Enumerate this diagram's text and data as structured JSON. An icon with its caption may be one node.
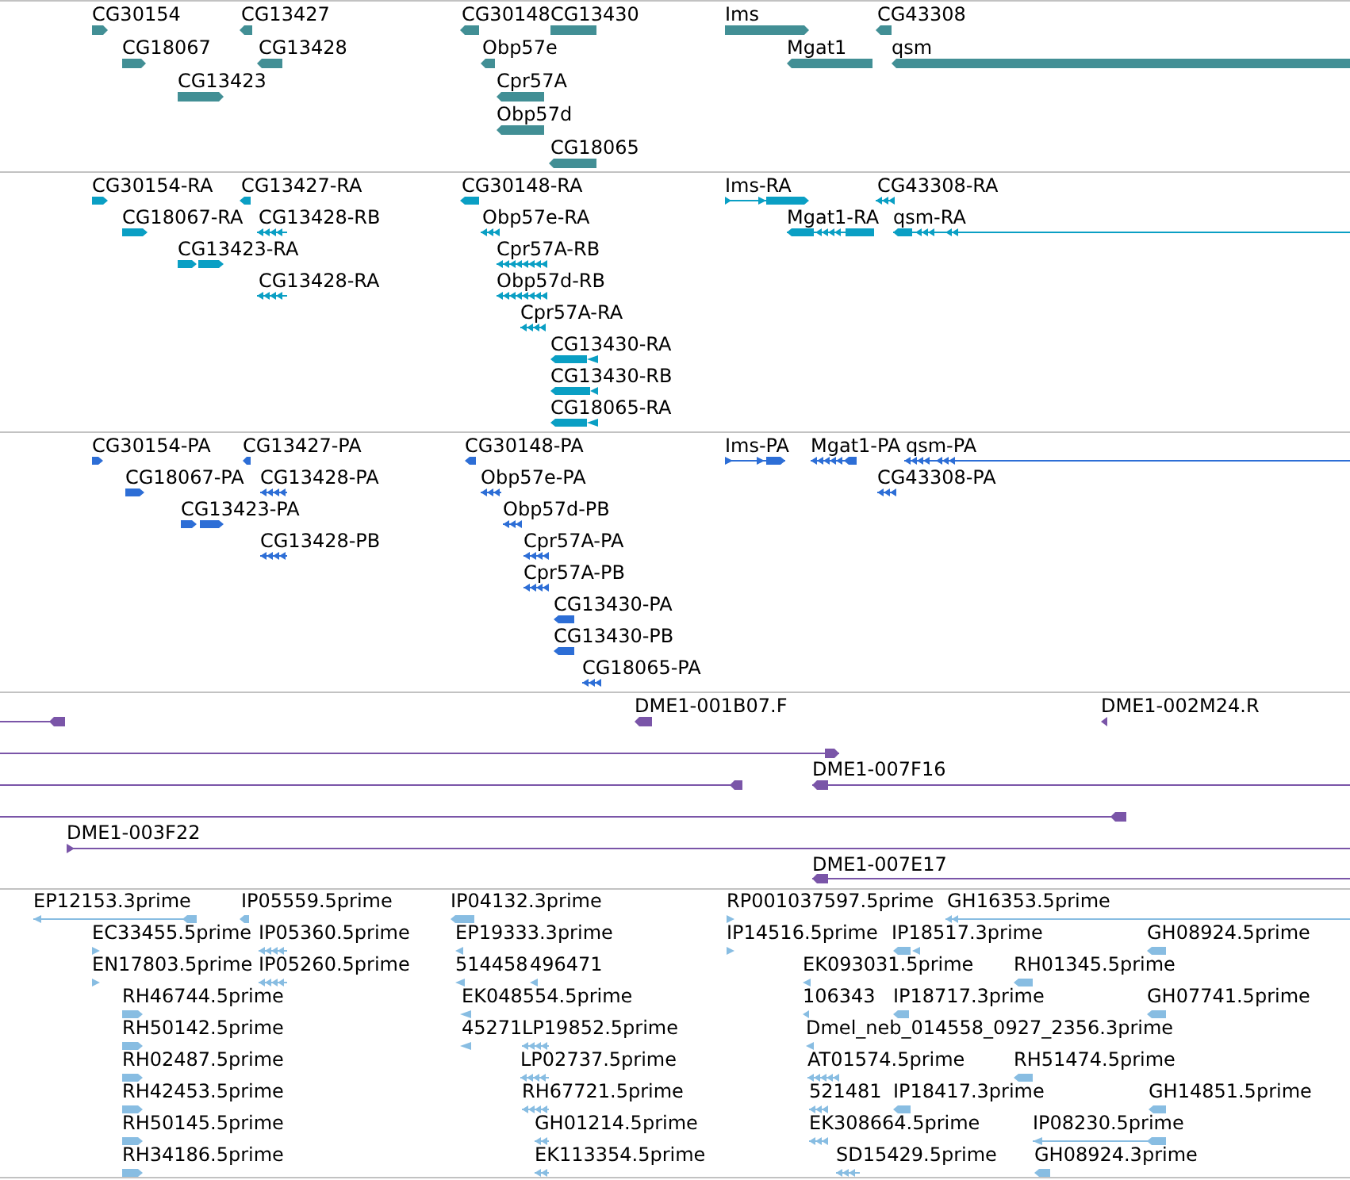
{
  "diagram": {
    "nodes": [
      {
        "text": [
          "CG30154"
        ]
      },
      {
        "text": [
          "CG13427"
        ]
      },
      {
        "text": [
          "CG30148"
        ]
      },
      {
        "text": [
          "CG13430"
        ]
      },
      {
        "text": [
          "Ims"
        ]
      },
      {
        "text": [
          "CG43308"
        ]
      },
      {
        "text": [
          "CG18067"
        ]
      },
      {
        "text": [
          "CG13428"
        ]
      },
      {
        "text": [
          "Obp57e"
        ]
      },
      {
        "text": [
          "Mgat1"
        ]
      },
      {
        "text": [
          "qsm"
        ]
      },
      {
        "text": [
          "CG13423"
        ]
      },
      {
        "text": [
          "Cpr57A"
        ]
      },
      {
        "text": [
          "Obp57d"
        ]
      },
      {
        "text": [
          "CG18065"
        ]
      },
      {
        "text": [
          "CG30154-RA"
        ]
      },
      {
        "text": [
          "CG13427-RA"
        ]
      },
      {
        "text": [
          "CG30148-RA"
        ]
      },
      {
        "text": [
          "Ims-RA"
        ]
      },
      {
        "text": [
          "CG43308-RA"
        ]
      },
      {
        "text": [
          "CG18067-RA"
        ]
      },
      {
        "text": [
          "CG13428-RB"
        ]
      },
      {
        "text": [
          "Obp57e-RA"
        ]
      },
      {
        "text": [
          "Mgat1-RA"
        ]
      },
      {
        "text": [
          "qsm-RA"
        ]
      },
      {
        "text": [
          "CG13423-RA"
        ]
      },
      {
        "text": [
          "Cpr57A-RB"
        ]
      },
      {
        "text": [
          "CG13428-RA"
        ]
      },
      {
        "text": [
          "Obp57d-RB"
        ]
      },
      {
        "text": [
          "Cpr57A-RA"
        ]
      },
      {
        "text": [
          "CG13430-RA"
        ]
      },
      {
        "text": [
          "CG13430-RB"
        ]
      },
      {
        "text": [
          "CG18065-RA"
        ]
      },
      {
        "text": [
          "CG30154-PA"
        ]
      },
      {
        "text": [
          "CG13427-PA"
        ]
      },
      {
        "text": [
          "CG30148-PA"
        ]
      },
      {
        "text": [
          "Ims-PA"
        ]
      },
      {
        "text": [
          "Mgat1-PA"
        ]
      },
      {
        "text": [
          "qsm-PA"
        ]
      },
      {
        "text": [
          "CG18067-PA"
        ]
      },
      {
        "text": [
          "CG13428-PA"
        ]
      },
      {
        "text": [
          "Obp57e-PA"
        ]
      },
      {
        "text": [
          "CG43308-PA"
        ]
      },
      {
        "text": [
          "CG13423-PA"
        ]
      },
      {
        "text": [
          "Obp57d-PB"
        ]
      },
      {
        "text": [
          "CG13428-PB"
        ]
      },
      {
        "text": [
          "Cpr57A-PA"
        ]
      },
      {
        "text": [
          "Cpr57A-PB"
        ]
      },
      {
        "text": [
          "CG13430-PA"
        ]
      },
      {
        "text": [
          "CG13430-PB"
        ]
      },
      {
        "text": [
          "CG18065-PA"
        ]
      },
      {
        "text": [
          "DME1-001B07.F"
        ]
      },
      {
        "text": [
          "DME1-002M24.R"
        ]
      },
      {
        "text": [
          "DME1-007F16"
        ]
      },
      {
        "text": [
          "DME1-003F22"
        ]
      },
      {
        "text": [
          "DME1-007E17"
        ]
      },
      {
        "text": [
          "EP12153.3prime"
        ]
      },
      {
        "text": [
          "IP05559.5prime"
        ]
      },
      {
        "text": [
          "IP04132.3prime"
        ]
      },
      {
        "text": [
          "RP001037597.5prime"
        ]
      },
      {
        "text": [
          "GH16353.5prime"
        ]
      },
      {
        "text": [
          "EC33455.5prime"
        ]
      },
      {
        "text": [
          "IP05360.5prime"
        ]
      },
      {
        "text": [
          "EP19333.3prime"
        ]
      },
      {
        "text": [
          "IP14516.5prime"
        ]
      },
      {
        "text": [
          "IP18517.3prime"
        ]
      },
      {
        "text": [
          "GH08924.5prime"
        ]
      },
      {
        "text": [
          "EN17803.5prime"
        ]
      },
      {
        "text": [
          "IP05260.5prime"
        ]
      },
      {
        "text": [
          "514458"
        ]
      },
      {
        "text": [
          "496471"
        ]
      },
      {
        "text": [
          "EK093031.5prime"
        ]
      },
      {
        "text": [
          "RH01345.5prime"
        ]
      },
      {
        "text": [
          "RH46744.5prime"
        ]
      },
      {
        "text": [
          "EK048554.5prime"
        ]
      },
      {
        "text": [
          "106343"
        ]
      },
      {
        "text": [
          "IP18717.3prime"
        ]
      },
      {
        "text": [
          "GH07741.5prime"
        ]
      },
      {
        "text": [
          "RH50142.5prime"
        ]
      },
      {
        "text": [
          "45271"
        ]
      },
      {
        "text": [
          "LP19852.5prime"
        ]
      },
      {
        "text": [
          "Dmel_neb_014558_0927_2356.3prime"
        ]
      },
      {
        "text": [
          "RH02487.5prime"
        ]
      },
      {
        "text": [
          "LP02737.5prime"
        ]
      },
      {
        "text": [
          "AT01574.5prime"
        ]
      },
      {
        "text": [
          "RH51474.5prime"
        ]
      },
      {
        "text": [
          "RH42453.5prime"
        ]
      },
      {
        "text": [
          "RH67721.5prime"
        ]
      },
      {
        "text": [
          "521481"
        ]
      },
      {
        "text": [
          "IP18417.3prime"
        ]
      },
      {
        "text": [
          "GH14851.5prime"
        ]
      },
      {
        "text": [
          "RH50145.5prime"
        ]
      },
      {
        "text": [
          "GH01214.5prime"
        ]
      },
      {
        "text": [
          "EK308664.5prime"
        ]
      },
      {
        "text": [
          "IP08230.5prime"
        ]
      },
      {
        "text": [
          "RH34186.5prime"
        ]
      },
      {
        "text": [
          "EK113354.5prime"
        ]
      },
      {
        "text": [
          "SD15429.5prime"
        ]
      },
      {
        "text": [
          "GH08924.3prime"
        ]
      }
    ]
  }
}
